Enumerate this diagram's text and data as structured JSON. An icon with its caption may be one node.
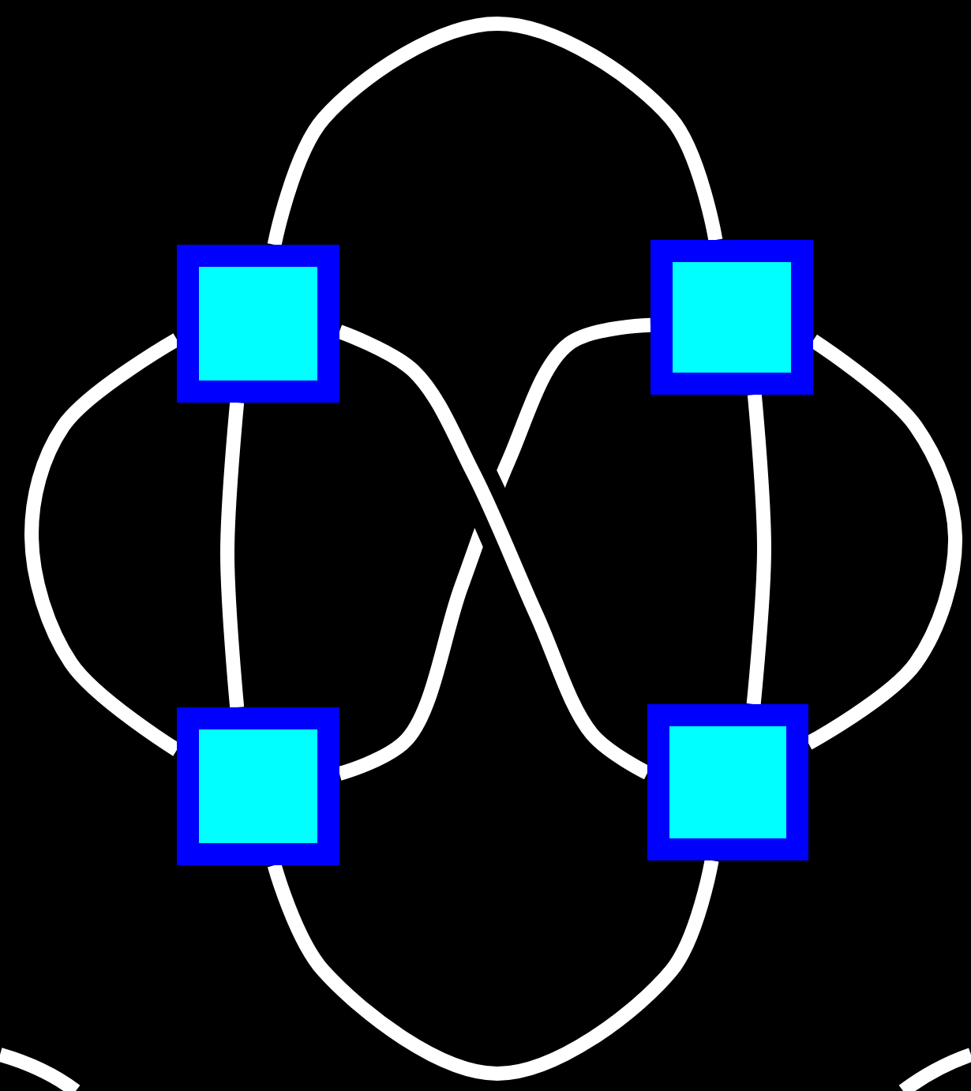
{
  "diagram": {
    "nodes": [
      {
        "text": [],
        "shape": "box"
      },
      {
        "text": [],
        "shape": "box"
      },
      {
        "text": [],
        "shape": "box"
      },
      {
        "text": [],
        "shape": "box"
      }
    ],
    "edges": [
      {
        "from": 0,
        "to": 1,
        "arrow": "none"
      },
      {
        "from": 0,
        "to": 2,
        "arrow": "none"
      },
      {
        "from": 0,
        "to": 2,
        "arrow": "none"
      },
      {
        "from": 0,
        "to": 3,
        "arrow": "none"
      },
      {
        "from": 1,
        "to": 2,
        "arrow": "none"
      },
      {
        "from": 1,
        "to": 3,
        "arrow": "none"
      },
      {
        "from": 1,
        "to": 3,
        "arrow": "none"
      },
      {
        "from": 2,
        "to": 3,
        "arrow": "none"
      }
    ]
  }
}
